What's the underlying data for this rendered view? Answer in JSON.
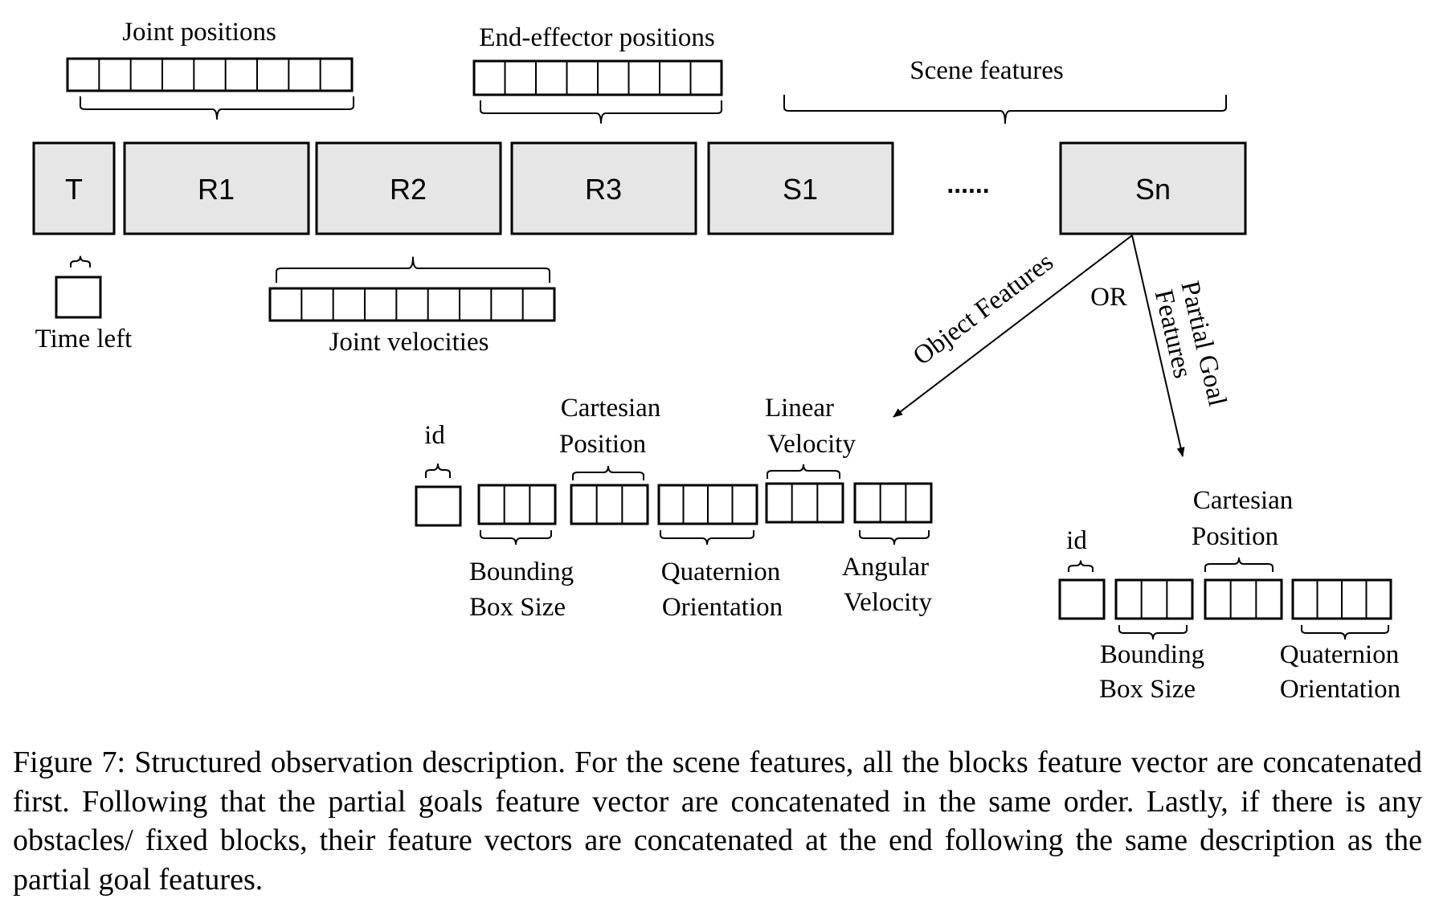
{
  "main_blocks": [
    {
      "label": "T"
    },
    {
      "label": "R1"
    },
    {
      "label": "R2"
    },
    {
      "label": "R3"
    },
    {
      "label": "S1"
    },
    {
      "label": "Sn"
    }
  ],
  "ellipsis": "......",
  "labels": {
    "joint_positions": "Joint positions",
    "end_effector_positions": "End-effector positions",
    "scene_features": "Scene features",
    "time_left": "Time left",
    "joint_velocities": "Joint velocities",
    "object_features": "Object Features",
    "or": "OR",
    "partial_goal_line1": "Partial Goal",
    "partial_goal_line2": "Features"
  },
  "object_features": {
    "id": "id",
    "cartesian_line1": "Cartesian",
    "cartesian_line2": "Position",
    "linear_line1": "Linear",
    "linear_line2": "Velocity",
    "bbox_line1": "Bounding",
    "bbox_line2": "Box Size",
    "quat_line1": "Quaternion",
    "quat_line2": "Orientation",
    "angular_line1": "Angular",
    "angular_line2": "Velocity"
  },
  "goal_features": {
    "id": "id",
    "cartesian_line1": "Cartesian",
    "cartesian_line2": "Position",
    "bbox_line1": "Bounding",
    "bbox_line2": "Box Size",
    "quat_line1": "Quaternion",
    "quat_line2": "Orientation"
  },
  "caption": "Figure 7: Structured observation description. For the scene features, all the blocks feature vector are concatenated first. Following that the partial goals feature vector are concatenated in the same order. Lastly, if there is any obstacles/ fixed blocks, their feature vectors are concatenated at the end following the same description as the partial goal features.",
  "colors": {
    "block_fill": "#e6e6e6",
    "stroke": "#000000"
  }
}
